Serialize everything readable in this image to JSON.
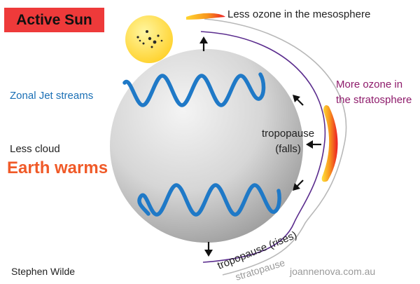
{
  "title": "Active Sun",
  "labels": {
    "mesosphere": "Less ozone in the mesosphere",
    "stratosphere_line1": "More ozone in",
    "stratosphere_line2": "the stratosphere",
    "jet_streams": "Zonal Jet streams",
    "tropopause_falls_line1": "tropopause",
    "tropopause_falls_line2": "(falls)",
    "tropopause_rises": "tropopause (rises)",
    "stratopause": "stratopause",
    "less_cloud": "Less cloud",
    "earth_warms": "Earth warms",
    "author": "Stephen Wilde",
    "credit": "joannenova.com.au"
  },
  "colors": {
    "title_box": "#ee3a3a",
    "sun": "#ffd836",
    "earth": "#d3d3d3",
    "jet_stream": "#1f79c7",
    "tropopause_line": "#5b2d8e",
    "stratopause_line": "#b8b8b8",
    "ozone_bar": "#f58a1f",
    "earth_warms": "#f05a28",
    "stratosphere_text": "#8e1b6b"
  }
}
